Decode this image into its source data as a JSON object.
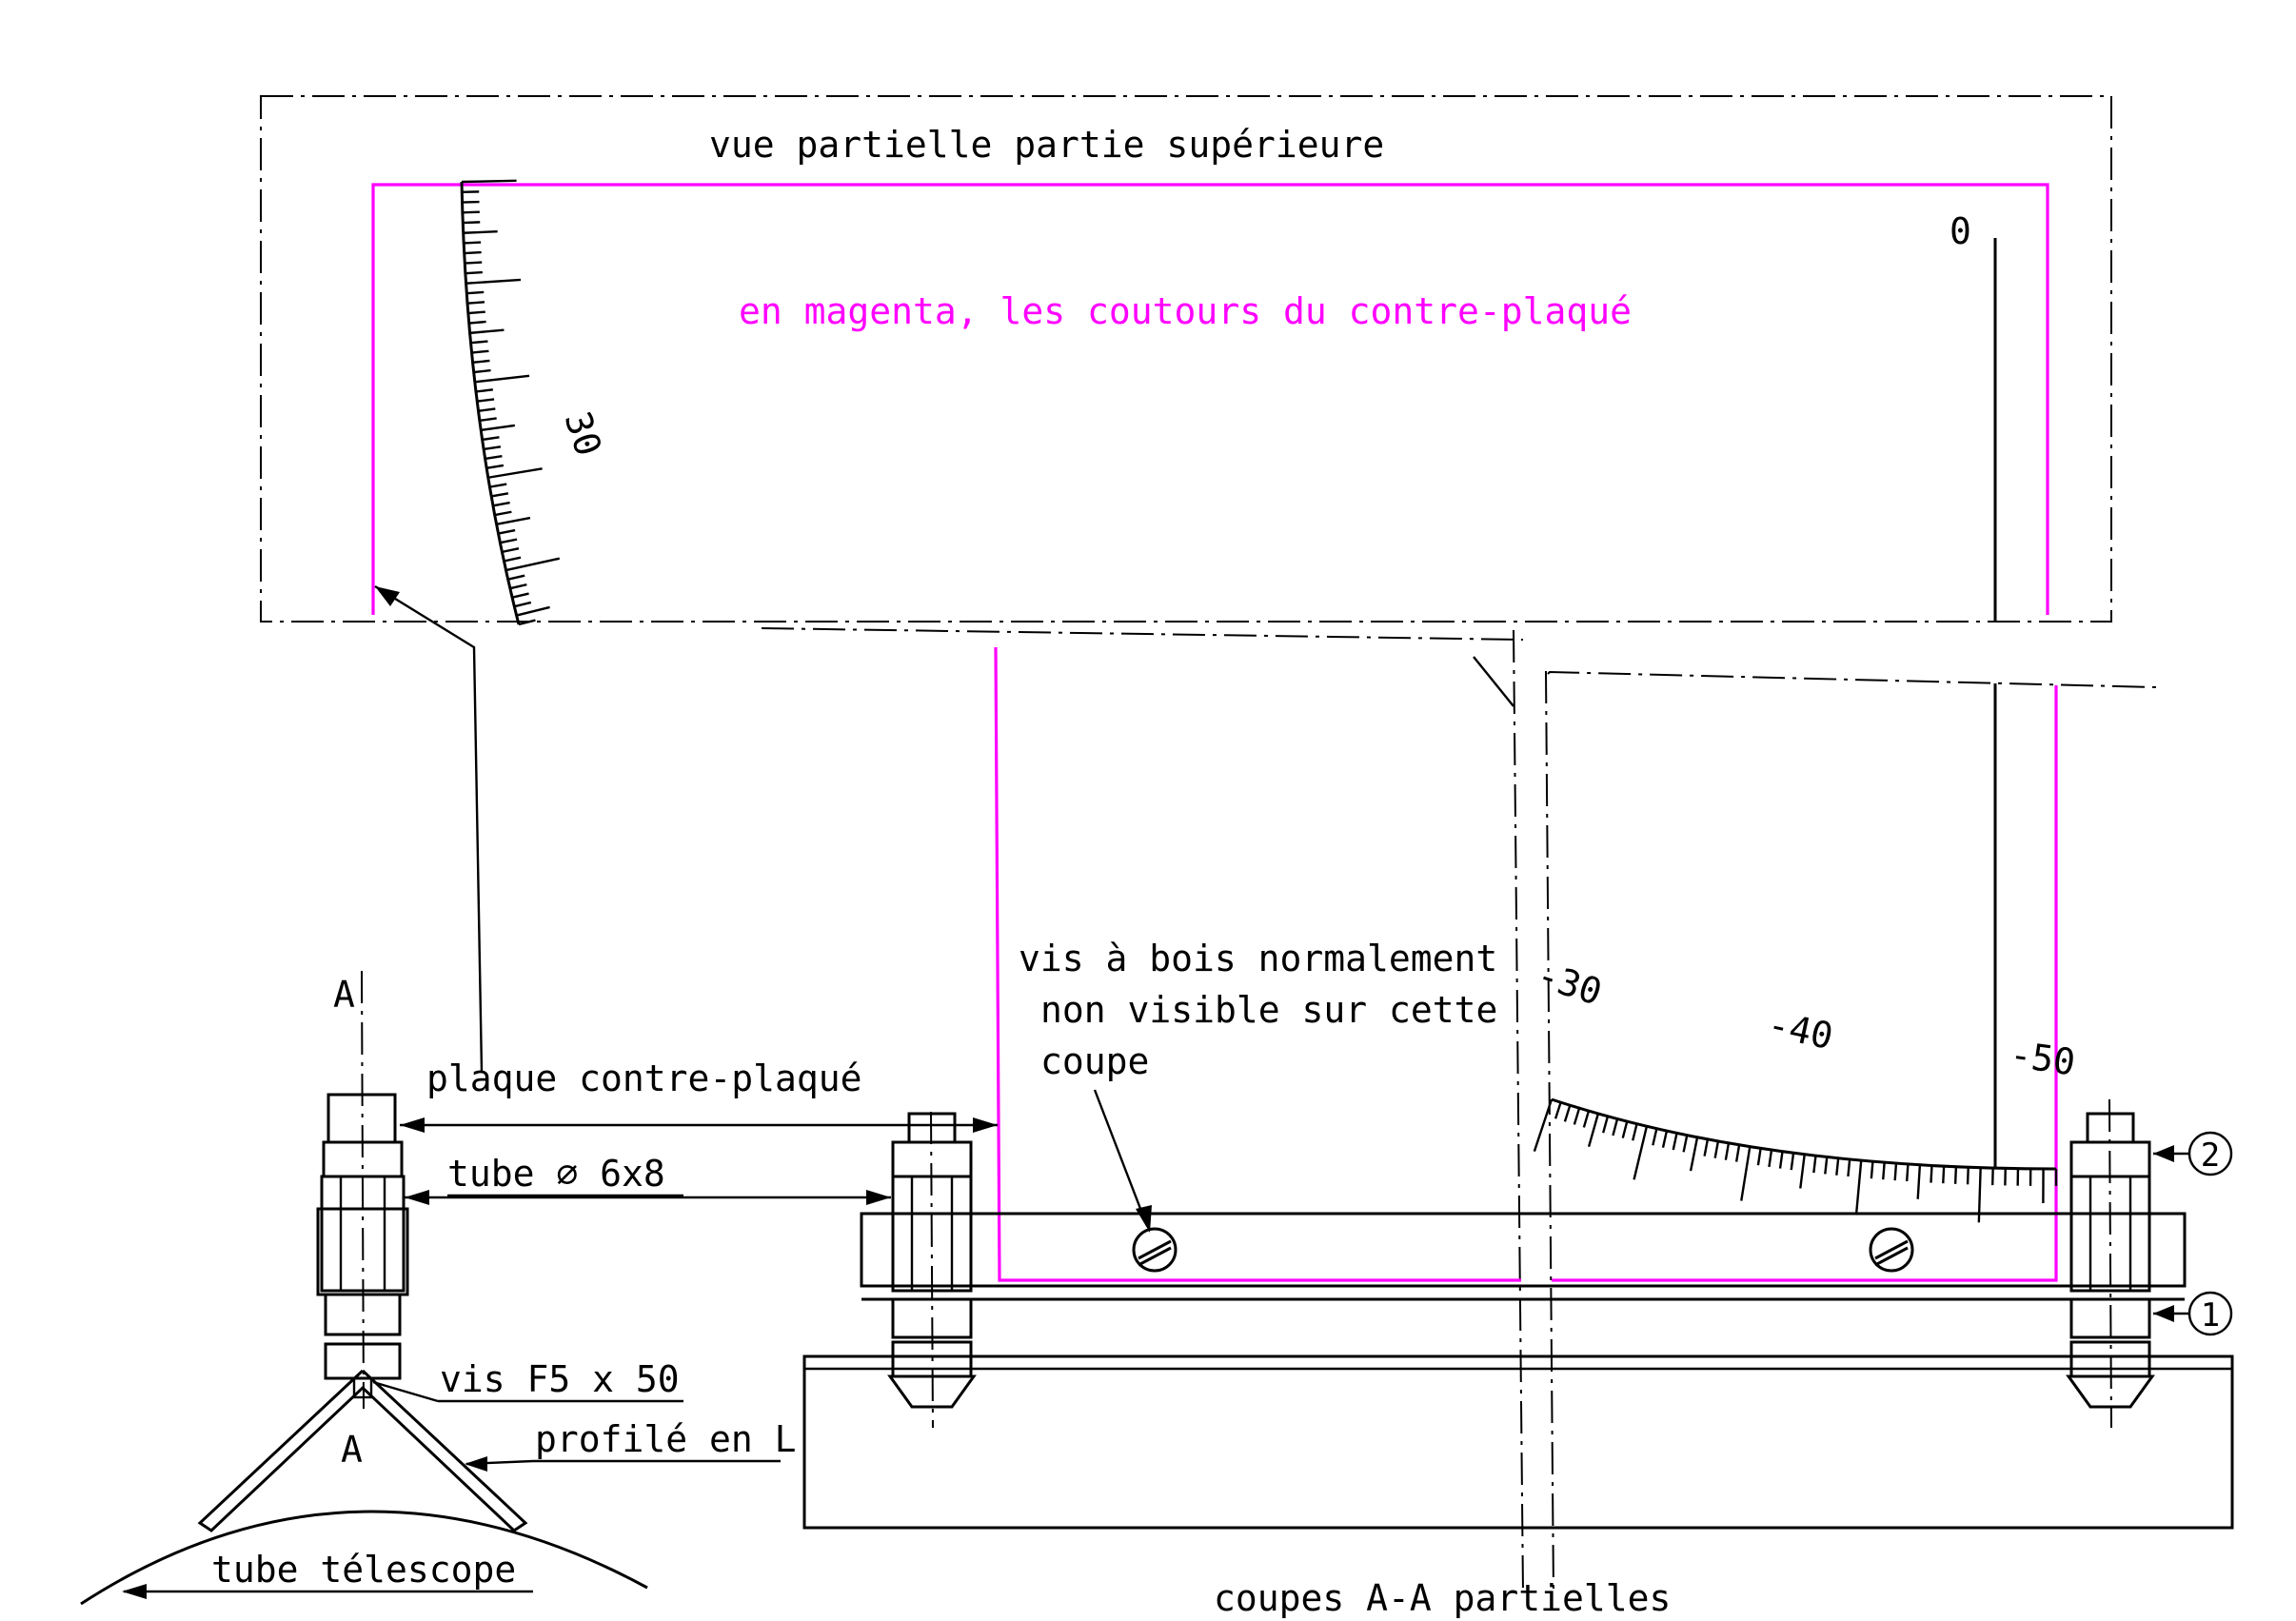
{
  "labels": {
    "top_view_title": "vue partielle partie supérieure",
    "magenta_note": "en magenta, les coutours du contre-plaqué",
    "section_a_top": "A",
    "section_a_bottom": "A",
    "plywood_plate": "plaque contre-plaqué",
    "tube": "tube ∅ 6x8",
    "screw": "vis F5 x 50",
    "angle_profile": "profilé en L",
    "telescope_tube": "tube télescope",
    "wood_screw_note_line1": "vis à bois normalement",
    "wood_screw_note_line2": "non visible sur cette",
    "wood_screw_note_line3": "coupe",
    "sections_caption": "coupes A-A partielles",
    "callout_1": "1",
    "callout_2": "2"
  },
  "scale_top": {
    "label_zero": "0",
    "label_30": "30"
  },
  "scale_bottom": {
    "label_m30": "-30",
    "label_m40": "-40",
    "label_m50": "-50"
  },
  "colors": {
    "lines": "#000000",
    "plywood_outline": "#ff00ff",
    "background": "#ffffff"
  },
  "icons": {
    "screw_head": "slotted-screw-head-icon",
    "callout": "circled-number-icon"
  }
}
